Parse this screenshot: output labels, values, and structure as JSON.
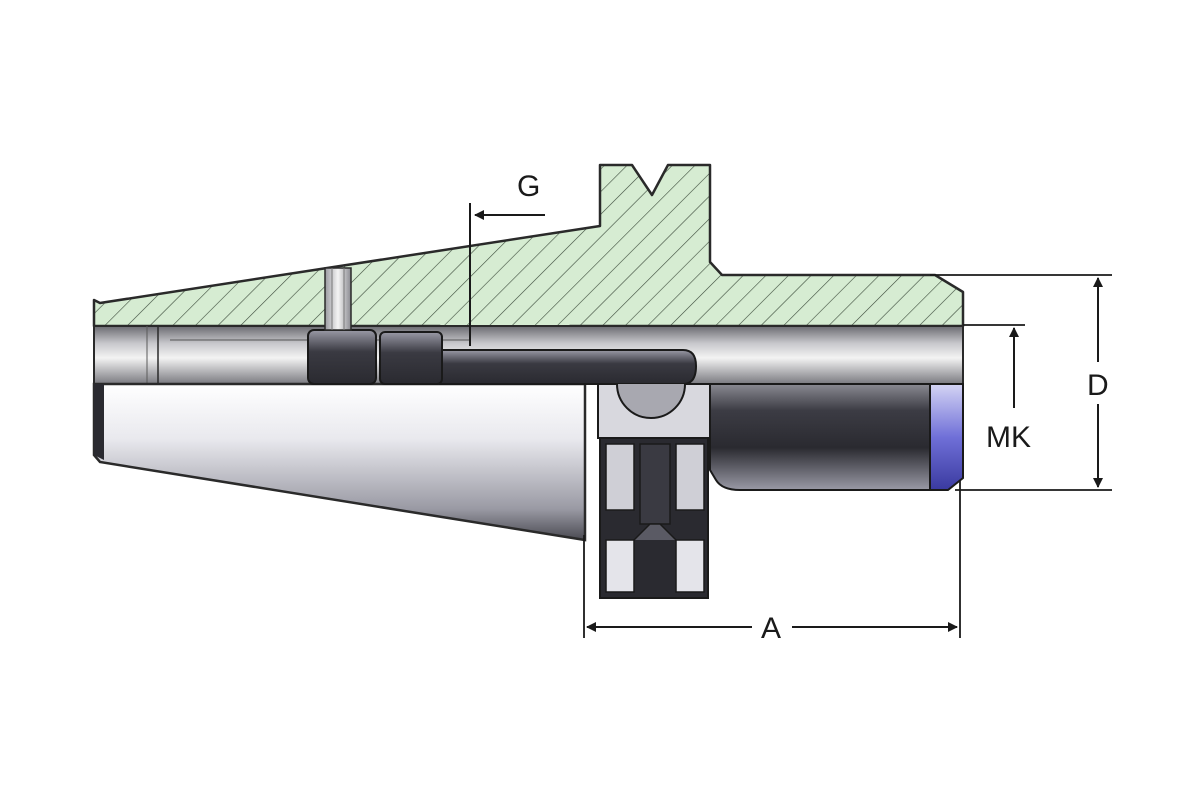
{
  "diagram": {
    "labels": {
      "g": "G",
      "d": "D",
      "mk": "MK",
      "a": "A"
    },
    "colors": {
      "section_fill": "#d6ecd2",
      "hatch": "#3a4a3a",
      "outline": "#2a2a2a",
      "steel_light": "#f2f2f4",
      "steel_dark": "#3c3c44",
      "accent_blue": "#7a7adc"
    }
  }
}
